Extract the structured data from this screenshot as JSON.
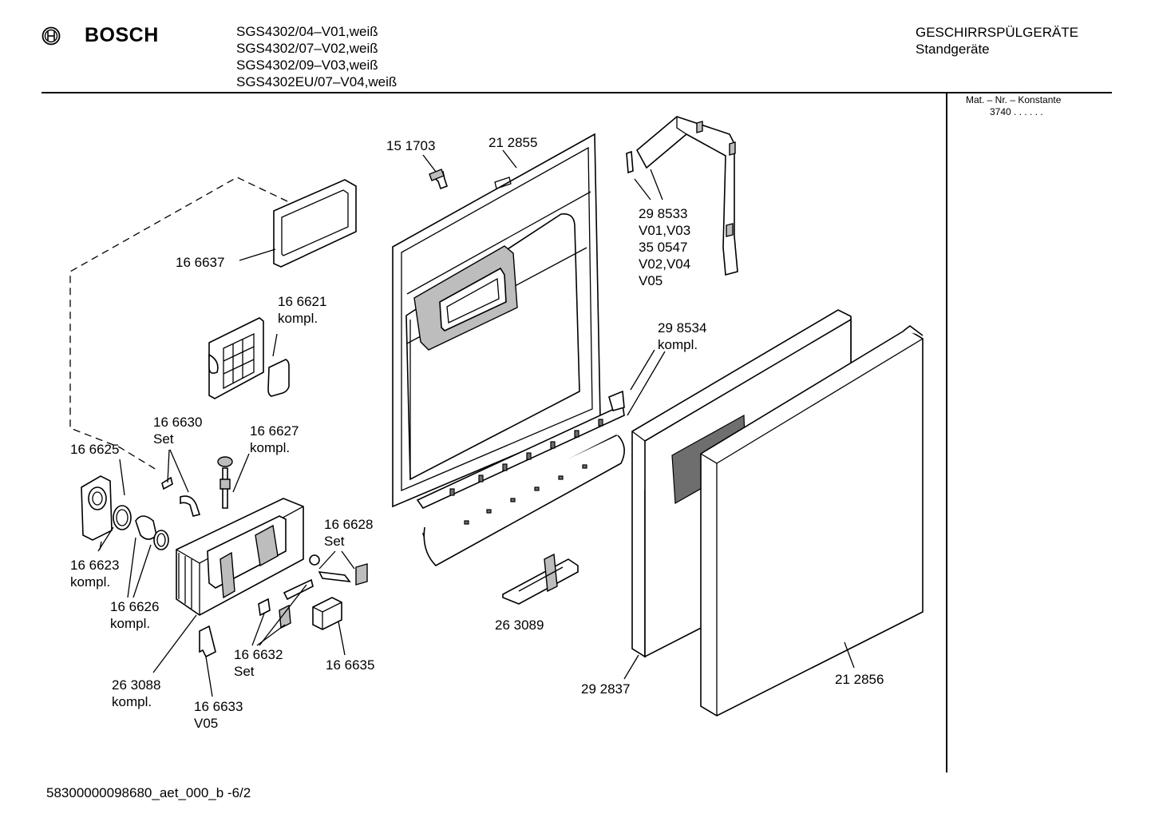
{
  "header": {
    "brand": "BOSCH",
    "models": [
      "SGS4302/04–V01,weiß",
      "SGS4302/07–V02,weiß",
      "SGS4302/09–V03,weiß",
      "SGS4302EU/07–V04,weiß"
    ],
    "category_line1": "GESCHIRRSPÜLGERÄTE",
    "category_line2": "Standgeräte"
  },
  "sidebar": {
    "matnr_label": "Mat. – Nr. – Konstante",
    "matnr_value": "3740 . .  . . . ."
  },
  "footer": {
    "doc_id": "58300000098680_aet_000_b  -6/2"
  },
  "labels": {
    "p151703": "15 1703",
    "p212855": "21 2855",
    "p298533_a": "29 8533",
    "p298533_b": "V01,V03",
    "p298533_c": "35 0547",
    "p298533_d": "V02,V04",
    "p298533_e": "V05",
    "p166637": "16 6637",
    "p166621_a": "16 6621",
    "p166621_b": "kompl.",
    "p298534_a": "29 8534",
    "p298534_b": "kompl.",
    "p166630_a": "16 6630",
    "p166630_b": "Set",
    "p166627_a": "16 6627",
    "p166627_b": "kompl.",
    "p166625": "16 6625",
    "p166628_a": "16 6628",
    "p166628_b": "Set",
    "p166623_a": "16 6623",
    "p166623_b": "kompl.",
    "p166626_a": "16 6626",
    "p166626_b": "kompl.",
    "p263089": "26 3089",
    "p166632_a": "16 6632",
    "p166632_b": "Set",
    "p166635": "16 6635",
    "p263088_a": "26 3088",
    "p263088_b": "kompl.",
    "p166633_a": "16 6633",
    "p166633_b": "V05",
    "p292837": "29 2837",
    "p212856": "21 2856"
  }
}
